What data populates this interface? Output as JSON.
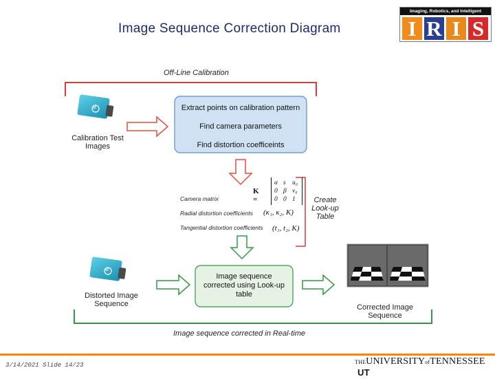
{
  "header": {
    "title": "Image Sequence Correction Diagram",
    "logo_caption": "Imaging, Robotics, and Intelligent Systems",
    "logo_letters": [
      "I",
      "R",
      "I",
      "S"
    ],
    "logo_colors": [
      "#f28a1c",
      "#2a3f8f",
      "#e8891a",
      "#d42a2a"
    ]
  },
  "diagram": {
    "offline_label": "Off-Line Calibration",
    "calibration_camera_label": "Calibration Test Images",
    "calibration_steps": [
      "Extract points on calibration pattern",
      "Find camera parameters",
      "Find distortion coefficeints"
    ],
    "matrix_labels": [
      "Camera matrix",
      "Radial distortion coefficients",
      "Tangential distortion coefficients"
    ],
    "create_table_label": "Create Look-up Table",
    "distorted_camera_label": "Distorted Image Sequence",
    "correction_box": "Image sequence corrected using Look-up table",
    "corrected_label": "Corrected Image Sequence",
    "realtime_label": "Image sequence corrected in Real-time",
    "camera_badge": "e"
  },
  "footer": {
    "date_slide": "3/14/2021 Slide 14/23",
    "university_prefix": "THE",
    "university_main": "UNIVERSITY",
    "university_of": "of",
    "university_name": "TENNESSEE",
    "university_mark": "UT"
  },
  "colors": {
    "accent_red": "#e03a3a",
    "box_blue": "#cfe1f3",
    "box_blue_border": "#5b8fc9",
    "green": "#2e9a3e",
    "green_fill": "#e6f3e4",
    "arrow_red": "#e84c3d",
    "ut_orange": "#ff8200"
  }
}
